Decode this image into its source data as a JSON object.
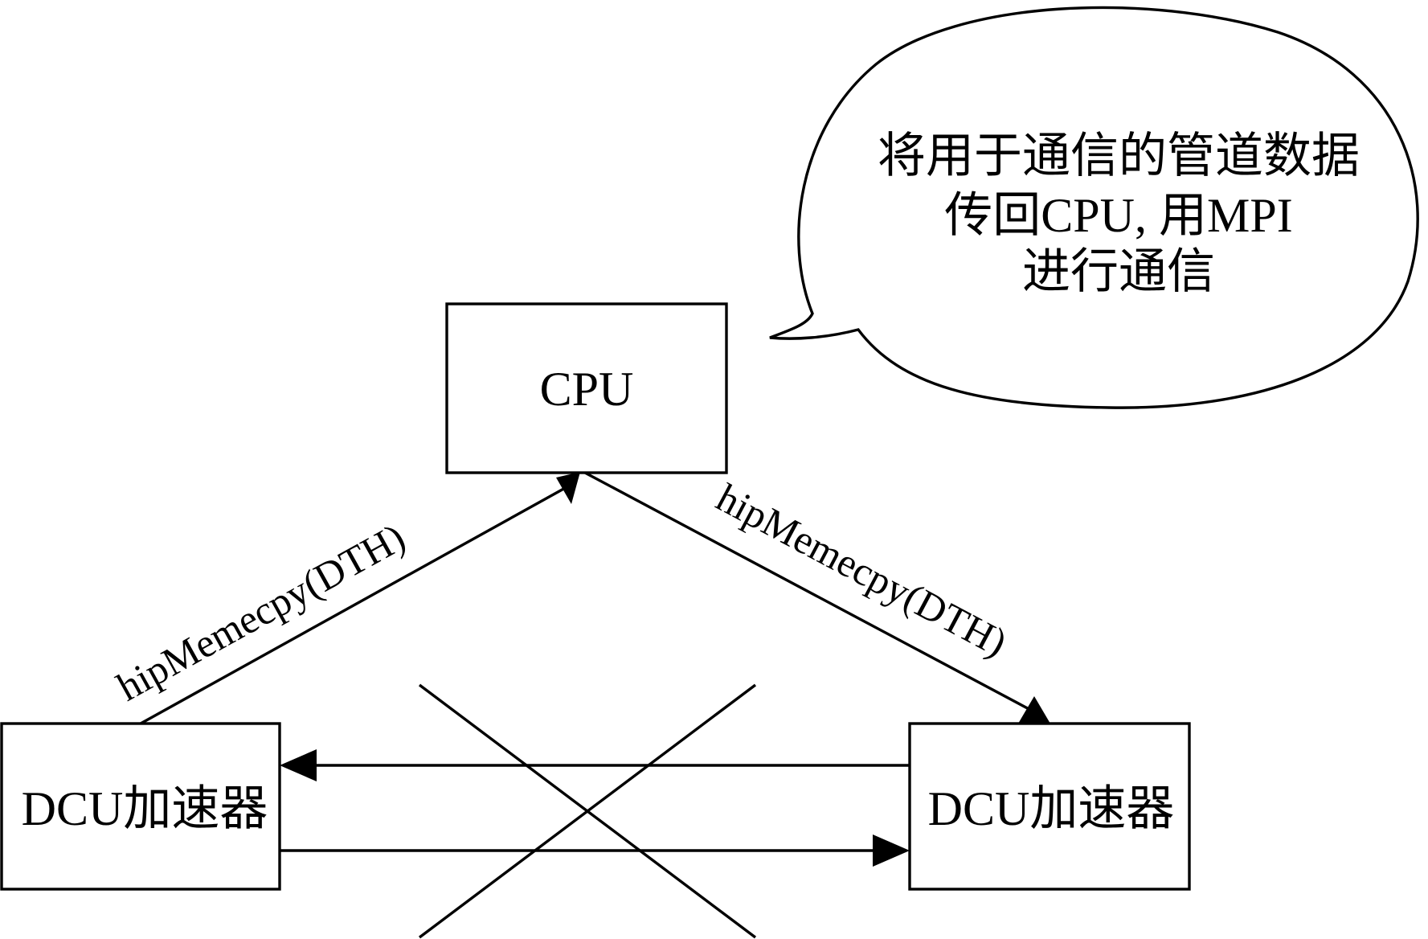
{
  "nodes": {
    "cpu": "CPU",
    "dcu_left": "DCU加速器",
    "dcu_right": "DCU加速器"
  },
  "edges": {
    "left_to_cpu": "hipMemecpy(DTH)",
    "cpu_to_right": "hipMemecpy(DTH)"
  },
  "callout": {
    "lines": [
      "将用于通信的管道数据",
      "传回CPU, 用MPI",
      "进行通信"
    ]
  }
}
